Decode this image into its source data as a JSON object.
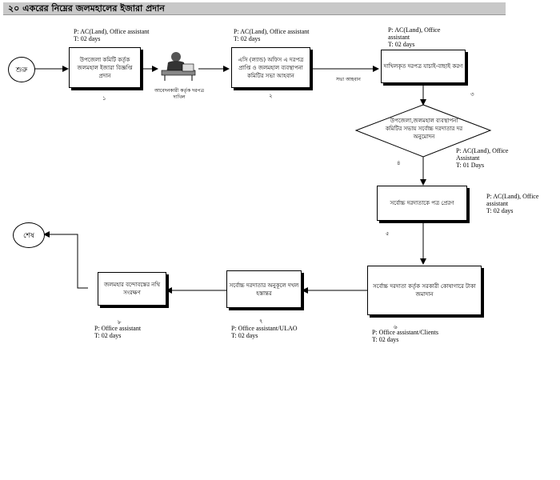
{
  "title": "২০ একরের নিম্নের জলমহালের ইজারা প্রদান",
  "nodes": {
    "start": "শুরু",
    "end": "শেষ",
    "step1": "উপজেলা কমিটি কর্তৃক জলমহাল ইজারা বিজ্ঞপ্তি প্রদান",
    "step2": "এসি (ল্যান্ড) অফিস এ দরপত্র প্রাপ্তি ও জলমহাল ব্যবস্থাপনা কমিটির সভা আহবান",
    "step3": "দাখিলকৃত দরপত্র যাচাই-বাছাই করণ",
    "step4": "উপজেলা,জলমহাল ব্যবস্থাপনা কমিটির সভায় সর্বোচ্চ দরদাতার দর অনুমোদন",
    "step5": "সর্বোচ্চ দরদাতাকে পত্র প্রেরণ",
    "step6": "সর্বোচ্চ দরদাতা কর্তৃক সরকারী কোষাগারে টাকা জমাদান",
    "step7": "সর্বোচ্চ দরদাতার অনুকূলে দখল হস্তান্তর",
    "step8": "জলমহার বন্দোবস্তের নথি সংরক্ষণ"
  },
  "numbers": {
    "n1": "১",
    "n2": "২",
    "n3": "৩",
    "n4": "৪",
    "n5": "৫",
    "n6": "৬",
    "n7": "৭",
    "n8": "৮"
  },
  "labels": {
    "applicant": "আবেদনকারী কর্তৃক দরপত্র দাখিল",
    "meeting": "সভা আহবান"
  },
  "meta": {
    "m1": {
      "p": "P: AC(Land), Office assistant",
      "t": "T: 02 days"
    },
    "m2": {
      "p": "P: AC(Land), Office assistant",
      "t": "T: 02 days"
    },
    "m3": {
      "p": "P: AC(Land), Office assistant",
      "t": "T: 02 days"
    },
    "m4": {
      "p": "P:  AC(Land), Office Assistant",
      "t": "T:  01 Days"
    },
    "m5": {
      "p": "P: AC(Land), Office assistant",
      "t": "T: 02 days"
    },
    "m6": {
      "p": "P: Office assistant/Clients",
      "t": "T: 02 days"
    },
    "m7": {
      "p": "P: Office assistant/ULAO",
      "t": "T: 02 days"
    },
    "m8": {
      "p": "P: Office assistant",
      "t": "T: 02 days"
    }
  }
}
